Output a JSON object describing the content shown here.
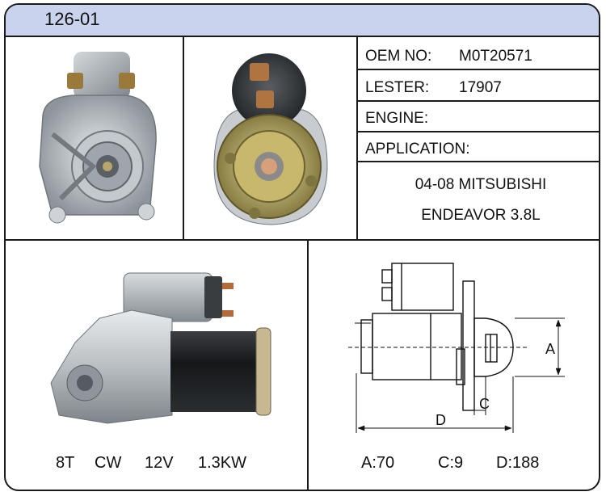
{
  "header": {
    "code": "126-01"
  },
  "specs": {
    "oem_label": "OEM NO:",
    "oem_value": "M0T20571",
    "lester_label": "LESTER:",
    "lester_value": "17907",
    "engine_label": "ENGINE:",
    "engine_value": "",
    "application_label": "APPLICATION:"
  },
  "application": {
    "line1": "04-08 MITSUBISHI",
    "line2": "ENDEAVOR 3.8L"
  },
  "footer_left": {
    "teeth": "8T",
    "rotation": "CW",
    "voltage": "12V",
    "power": "1.3KW"
  },
  "footer_right": {
    "a": "A:70",
    "c": "C:9",
    "d": "D:188"
  },
  "diagram_labels": {
    "a": "A",
    "c": "C",
    "d": "D"
  },
  "colors": {
    "header_bg": "#c9d3ee",
    "border": "#1a1a1a"
  }
}
